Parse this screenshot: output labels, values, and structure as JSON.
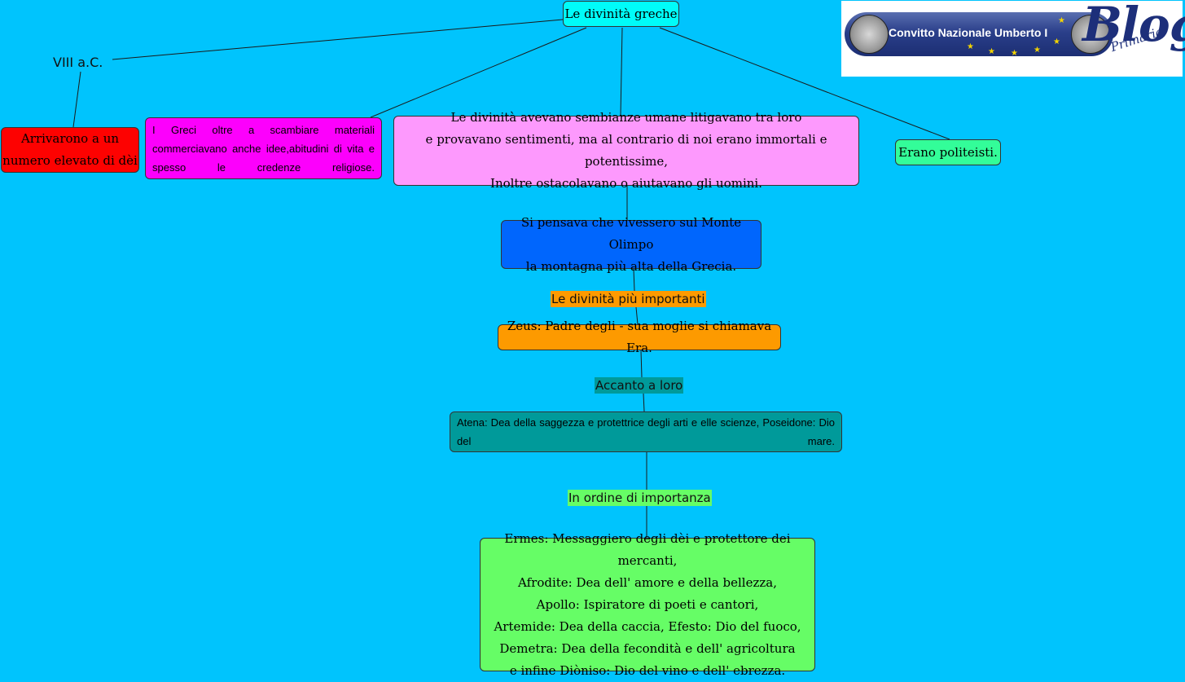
{
  "nodes": {
    "root": "Le divinità greche",
    "red": "Arrivarono a un\nnumero elevato di dèi",
    "magenta": "I Greci oltre a scambiare materiali commerciavano anche idee,abitudini di vita e spesso le credenze religiose.",
    "pink": "Le divinità avevano sembianze umane litigavano tra loro\ne provavano sentimenti, ma al contrario di noi erano immortali e potentissime,\nInoltre ostacolavano o aiutavano gli uomini.",
    "green_top": "Erano politeisti.",
    "blue": "Si pensava che vivessero sul Monte Olimpo\nla montagna più alta della Grecia.",
    "orange": "Zeus: Padre degli - sua moglie si chiamava Era.",
    "teal": "Atena: Dea della saggezza e protettrice degli arti e elle scienze, Poseidone: Dio del mare.",
    "lime": "Ermes: Messaggiero degli dèi e protettore dei mercanti,\nAfrodite: Dea dell' amore e della bellezza,\nApollo: Ispiratore di poeti e cantori,\nArtemide: Dea della caccia, Efesto: Dio del fuoco,\nDemetra: Dea della fecondità e dell' agricoltura\ne infine Diòniso: Dio del vino e dell' ebrezza."
  },
  "labels": {
    "viii": "VIII a.C.",
    "important": "Le divinità più importanti",
    "accanto": "Accanto a loro",
    "ordine": "In ordine di importanza"
  },
  "logo": {
    "banner_text": "Convitto Nazionale Umberto I",
    "blog": "Blog",
    "primaria": "Primaria"
  },
  "colors": {
    "background": "#00c4fd",
    "root": "#00fcf9",
    "red": "#fd0201",
    "magenta": "#fc00fc",
    "pink": "#fd99fd",
    "green_top": "#33fd99",
    "blue": "#0066fd",
    "orange": "#fd9a00",
    "teal": "#009a9a",
    "lime": "#66fd66"
  }
}
